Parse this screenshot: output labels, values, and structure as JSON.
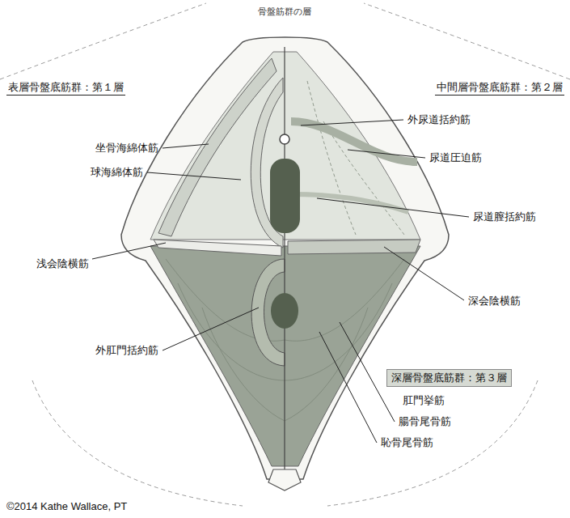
{
  "diagram": {
    "title": "骨盤筋群の層",
    "labels": [
      "表層骨盤底筋群：第１層",
      "中間層骨盤底筋群：第２層",
      "坐骨海綿体筋",
      "外尿道括約筋",
      "球海綿体筋",
      "尿道圧迫筋",
      "尿道膣括約筋",
      "浅会陰横筋",
      "深会陰横筋",
      "深層骨盤底筋群：第３層",
      "肛門挙筋",
      "外肛門括約筋",
      "腸骨尾骨筋",
      "恥骨尾骨筋",
      "©2014 Kathe Wallace, PT"
    ]
  }
}
